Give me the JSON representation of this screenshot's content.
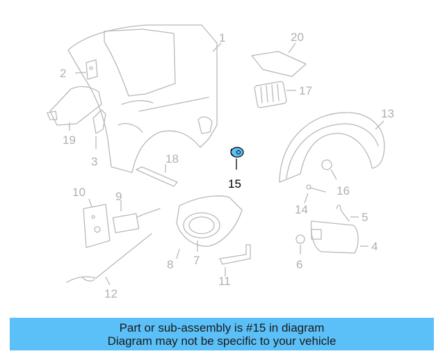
{
  "diagram": {
    "highlighted_part": "15",
    "highlight_color": "#5bc0f7",
    "callouts": [
      "1",
      "2",
      "3",
      "4",
      "5",
      "6",
      "7",
      "8",
      "9",
      "10",
      "11",
      "12",
      "13",
      "14",
      "15",
      "16",
      "17",
      "18",
      "19",
      "20"
    ]
  },
  "banner": {
    "line1": "Part or sub-assembly is #15 in diagram",
    "line2": "Diagram may not be specific to your vehicle",
    "color": "#5bc0f7"
  }
}
